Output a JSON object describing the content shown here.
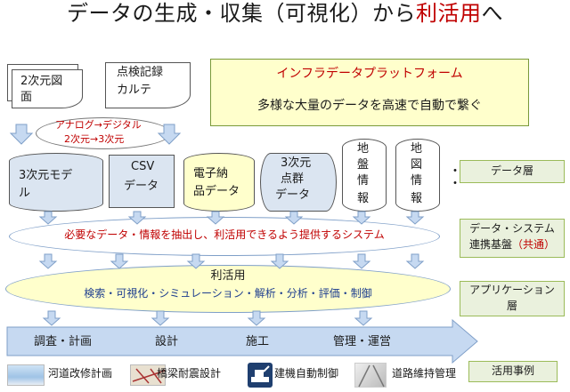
{
  "title": {
    "prefix": "データの生成・収集（可視化）から",
    "highlight": "利活用",
    "suffix": "へ"
  },
  "sources": {
    "drawing": "2次元図面",
    "drawing_l1": "2次元図",
    "drawing_l2": "面",
    "inspection_l1": "点検記録",
    "inspection_l2": "カルテ"
  },
  "conversion": {
    "line1": "アナログ→デジタル",
    "line2": "2次元→3次元"
  },
  "platform": {
    "name": "インフラデータプラットフォーム",
    "desc": "多様な大量のデータを高速で自動で繋ぐ"
  },
  "data_items": [
    {
      "l1": "3次元モデ",
      "l2": "ル"
    },
    {
      "l1": "CSV",
      "l2": "データ"
    },
    {
      "l1": "電子納",
      "l2": "品データ"
    },
    {
      "l1": "3次元",
      "l2": "点群",
      "l3": "データ"
    },
    {
      "l1": "地",
      "l2": "盤",
      "l3": "情",
      "l4": "報"
    },
    {
      "l1": "地",
      "l2": "図",
      "l3": "情",
      "l4": "報"
    }
  ],
  "ellipsis": "・\n・",
  "system_bar": "必要なデータ・情報を抽出し、利活用できるよう提供するシステム",
  "usage": {
    "title": "利活用",
    "items": "検索・可視化・シミュレーション・解析・分析・評価・制御"
  },
  "phases": [
    "調査・計画",
    "設計",
    "施工",
    "管理・運営"
  ],
  "layers": {
    "data": "データ層",
    "system_l1": "データ・システム",
    "system_l2": "連携基盤",
    "system_common": "（共通）",
    "app_l1": "アプリケーション",
    "app_l2": "層",
    "cases": "活用事例"
  },
  "cases": [
    "河道改修計画",
    "橋梁耐震設計",
    "建機自動制御",
    "道路維持管理"
  ],
  "colors": {
    "accent_red": "#c00000",
    "yellow_fill": "#ffffcc",
    "blue_fill": "#dbe5f1",
    "layer_green": "#eaf1dd",
    "arrow_blue": "#c6d9f1"
  }
}
